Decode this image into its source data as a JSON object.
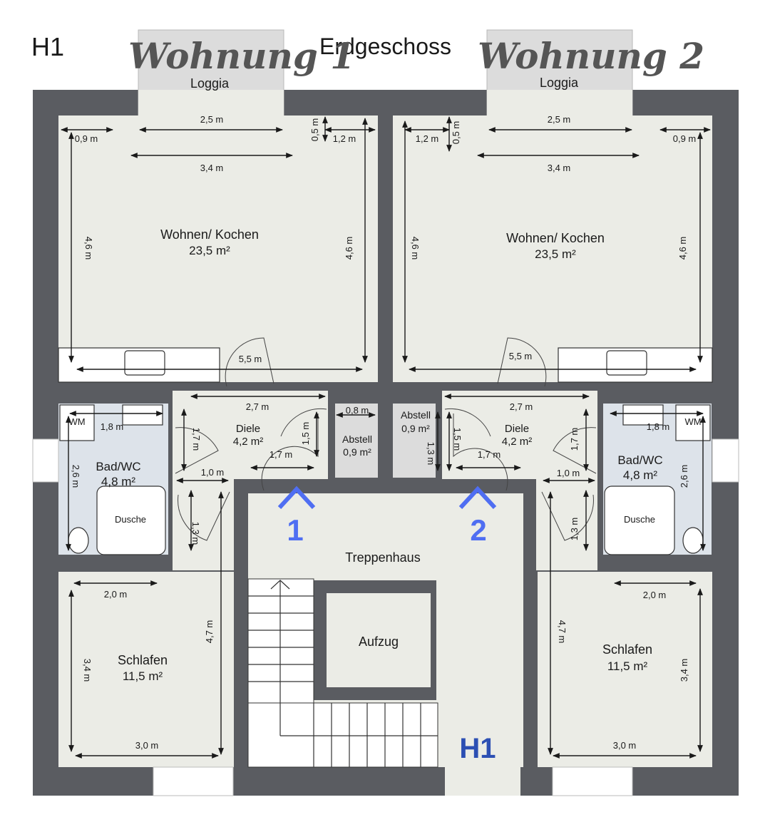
{
  "header": {
    "building": "H1",
    "floor": "Erdgeschoss",
    "unit_1": "Wohnung 1",
    "unit_2": "Wohnung 2"
  },
  "unit1": {
    "loggia": "Loggia",
    "loggia_width": "2,5 m",
    "living_name": "Wohnen/ Kochen",
    "living_area": "23,5 m²",
    "living_dims": [
      "0,9 m",
      "3,4 m",
      "0,5 m",
      "1,2 m",
      "4,6 m",
      "4,6 m",
      "5,5 m"
    ],
    "hall_name": "Diele",
    "hall_area": "4,2 m²",
    "hall_dims": [
      "2,7 m",
      "1,7 m",
      "1,5 m",
      "1,7 m",
      "1,0 m",
      "1,3 m"
    ],
    "storage_name": "Abstell",
    "storage_area": "0,9 m²",
    "storage_dim": "0,8 m",
    "bath_name": "Bad/WC",
    "bath_area": "4,8 m²",
    "bath_dims": [
      "1,8 m",
      "2,6 m"
    ],
    "washer": "WM",
    "shower": "Dusche",
    "bed_name": "Schlafen",
    "bed_area": "11,5 m²",
    "bed_dims": [
      "2,0 m",
      "3,4 m",
      "4,7 m",
      "3,0 m"
    ],
    "entrance_number": "1"
  },
  "unit2": {
    "loggia": "Loggia",
    "loggia_width": "2,5 m",
    "living_name": "Wohnen/ Kochen",
    "living_area": "23,5 m²",
    "living_dims": [
      "1,2 m",
      "0,5 m",
      "3,4 m",
      "0,9 m",
      "4,6 m",
      "4,6 m",
      "5,5 m"
    ],
    "hall_name": "Diele",
    "hall_area": "4,2 m²",
    "hall_dims": [
      "2,7 m",
      "1,5 m",
      "1,3 m",
      "1,7 m",
      "1,7 m",
      "1,0 m",
      "1,3 m"
    ],
    "storage_name": "Abstell",
    "storage_area": "0,9 m²",
    "bath_name": "Bad/WC",
    "bath_area": "4,8 m²",
    "bath_dims": [
      "1,8 m",
      "2,6 m"
    ],
    "washer": "WM",
    "shower": "Dusche",
    "bed_name": "Schlafen",
    "bed_area": "11,5 m²",
    "bed_dims": [
      "2,0 m",
      "4,7 m",
      "3,4 m",
      "3,0 m"
    ],
    "entrance_number": "2"
  },
  "common": {
    "stairwell": "Treppenhaus",
    "elevator": "Aufzug",
    "house_mark": "H1"
  },
  "colors": {
    "wall": "#5a5c61",
    "room": "#ebece6",
    "bath": "#dde3ea",
    "loggia": "#dcdcdc",
    "entrance_accent": "#4f6ef2",
    "house_mark": "#2c4fb3"
  }
}
